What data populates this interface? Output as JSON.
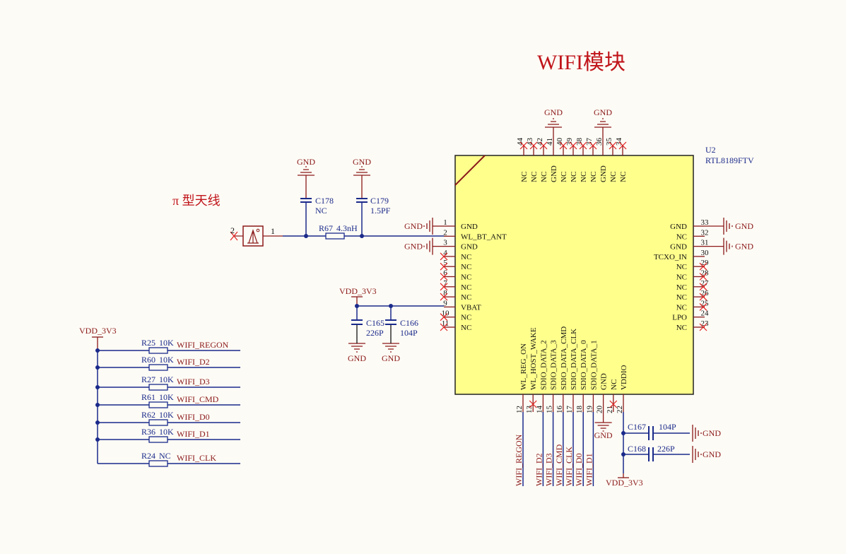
{
  "title": "WIFI模块",
  "antenna": {
    "label": "π 型天线",
    "pin1": "1",
    "pin2": "2"
  },
  "colors": {
    "background": "#fdfbf5",
    "chip_fill": "#ffff8c",
    "wire": "#1a2a8b",
    "pin": "#8b1a1a",
    "noconnect": "#e02020",
    "title": "#c0141a"
  },
  "chip": {
    "designator": "U2",
    "part": "RTL8189FTV",
    "left_pins": [
      {
        "num": "1",
        "name": "GND",
        "nc": false
      },
      {
        "num": "2",
        "name": "WL_BT_ANT",
        "nc": false
      },
      {
        "num": "3",
        "name": "GND",
        "nc": false
      },
      {
        "num": "4",
        "name": "NC",
        "nc": true
      },
      {
        "num": "5",
        "name": "NC",
        "nc": true
      },
      {
        "num": "6",
        "name": "NC",
        "nc": true
      },
      {
        "num": "7",
        "name": "NC",
        "nc": true
      },
      {
        "num": "8",
        "name": "NC",
        "nc": true
      },
      {
        "num": "9",
        "name": "VBAT",
        "nc": false
      },
      {
        "num": "10",
        "name": "NC",
        "nc": true
      },
      {
        "num": "11",
        "name": "NC",
        "nc": true
      }
    ],
    "right_pins": [
      {
        "num": "33",
        "name": "GND",
        "nc": false
      },
      {
        "num": "32",
        "name": "NC",
        "nc": false
      },
      {
        "num": "31",
        "name": "GND",
        "nc": false
      },
      {
        "num": "30",
        "name": "TCXO_IN",
        "nc": false
      },
      {
        "num": "29",
        "name": "NC",
        "nc": true
      },
      {
        "num": "28",
        "name": "NC",
        "nc": true
      },
      {
        "num": "27",
        "name": "NC",
        "nc": true
      },
      {
        "num": "26",
        "name": "NC",
        "nc": true
      },
      {
        "num": "25",
        "name": "NC",
        "nc": true
      },
      {
        "num": "24",
        "name": "LPO",
        "nc": false
      },
      {
        "num": "23",
        "name": "NC",
        "nc": true
      }
    ],
    "top_pins": [
      {
        "num": "44",
        "name": "NC",
        "nc": true
      },
      {
        "num": "43",
        "name": "NC",
        "nc": true
      },
      {
        "num": "42",
        "name": "NC",
        "nc": true
      },
      {
        "num": "41",
        "name": "GND",
        "nc": false
      },
      {
        "num": "40",
        "name": "NC",
        "nc": true
      },
      {
        "num": "39",
        "name": "NC",
        "nc": true
      },
      {
        "num": "38",
        "name": "NC",
        "nc": true
      },
      {
        "num": "37",
        "name": "NC",
        "nc": true
      },
      {
        "num": "36",
        "name": "GND",
        "nc": false
      },
      {
        "num": "35",
        "name": "NC",
        "nc": true
      },
      {
        "num": "34",
        "name": "NC",
        "nc": true
      }
    ],
    "bottom_pins": [
      {
        "num": "12",
        "name": "WL_REG_ON",
        "nc": false
      },
      {
        "num": "13",
        "name": "WL_HOST_WAKE",
        "nc": true
      },
      {
        "num": "14",
        "name": "SDIO_DATA_2",
        "nc": false
      },
      {
        "num": "15",
        "name": "SDIO_DATA_3",
        "nc": false
      },
      {
        "num": "16",
        "name": "SDIO_DATA_CMD",
        "nc": false
      },
      {
        "num": "17",
        "name": "SDIO_DATA_CLK",
        "nc": false
      },
      {
        "num": "18",
        "name": "SDIO_DATA_0",
        "nc": false
      },
      {
        "num": "19",
        "name": "SDIO_DATA_1",
        "nc": false
      },
      {
        "num": "20",
        "name": "GND",
        "nc": false
      },
      {
        "num": "21",
        "name": "NC",
        "nc": true
      },
      {
        "num": "22",
        "name": "VDDIO",
        "nc": false
      }
    ]
  },
  "power": {
    "gnd": "GND",
    "vdd": "VDD_3V3"
  },
  "components": {
    "C178": {
      "ref": "C178",
      "value": "NC"
    },
    "C179": {
      "ref": "C179",
      "value": "1.5PF"
    },
    "R67": {
      "ref": "R67",
      "value": "4.3nH"
    },
    "C165": {
      "ref": "C165",
      "value": "226P"
    },
    "C166": {
      "ref": "C166",
      "value": "104P"
    },
    "C167": {
      "ref": "C167",
      "value": "104P"
    },
    "C168": {
      "ref": "C168",
      "value": "226P"
    }
  },
  "pullups": [
    {
      "ref": "R25",
      "value": "10K",
      "net": "WIFI_REGON"
    },
    {
      "ref": "R60",
      "value": "10K",
      "net": "WIFI_D2"
    },
    {
      "ref": "R27",
      "value": "10K",
      "net": "WIFI_D3"
    },
    {
      "ref": "R61",
      "value": "10K",
      "net": "WIFI_CMD"
    },
    {
      "ref": "R62",
      "value": "10K",
      "net": "WIFI_D0"
    },
    {
      "ref": "R36",
      "value": "10K",
      "net": "WIFI_D1"
    },
    {
      "ref": "R24",
      "value": "NC",
      "net": "WIFI_CLK"
    }
  ],
  "bottom_nets": [
    "WIFI_REGON",
    "WIFI_D2",
    "WIFI_D3",
    "WIFI_CMD",
    "WIFI_CLK",
    "WIFI_D0",
    "WIFI_D1"
  ]
}
